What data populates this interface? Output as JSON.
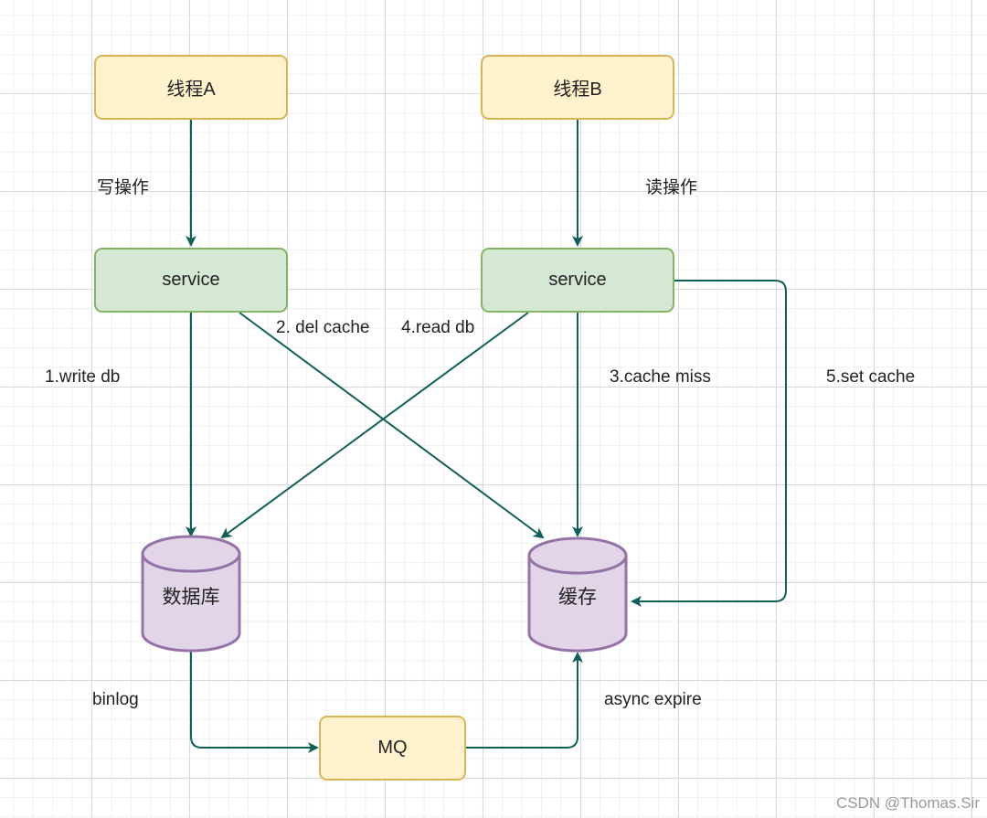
{
  "nodes": {
    "thread_a": "线程A",
    "thread_b": "线程B",
    "service_a": "service",
    "service_b": "service",
    "database": "数据库",
    "cache": "缓存",
    "mq": "MQ"
  },
  "edge_labels": {
    "write_op": "写操作",
    "read_op": "读操作",
    "write_db": "1.write db",
    "del_cache": "2. del cache",
    "read_db": "4.read db",
    "cache_miss": "3.cache miss",
    "set_cache": "5.set cache",
    "binlog": "binlog",
    "async_expire": "async expire"
  },
  "watermark": "CSDN @Thomas.Sir",
  "colors": {
    "edge": "#10605a",
    "thread_fill": "#fff2cc",
    "thread_border": "#d6b656",
    "service_fill": "#d5e8d4",
    "service_border": "#82b366",
    "storage_fill": "#e1d5e7",
    "storage_border": "#9673a6"
  }
}
